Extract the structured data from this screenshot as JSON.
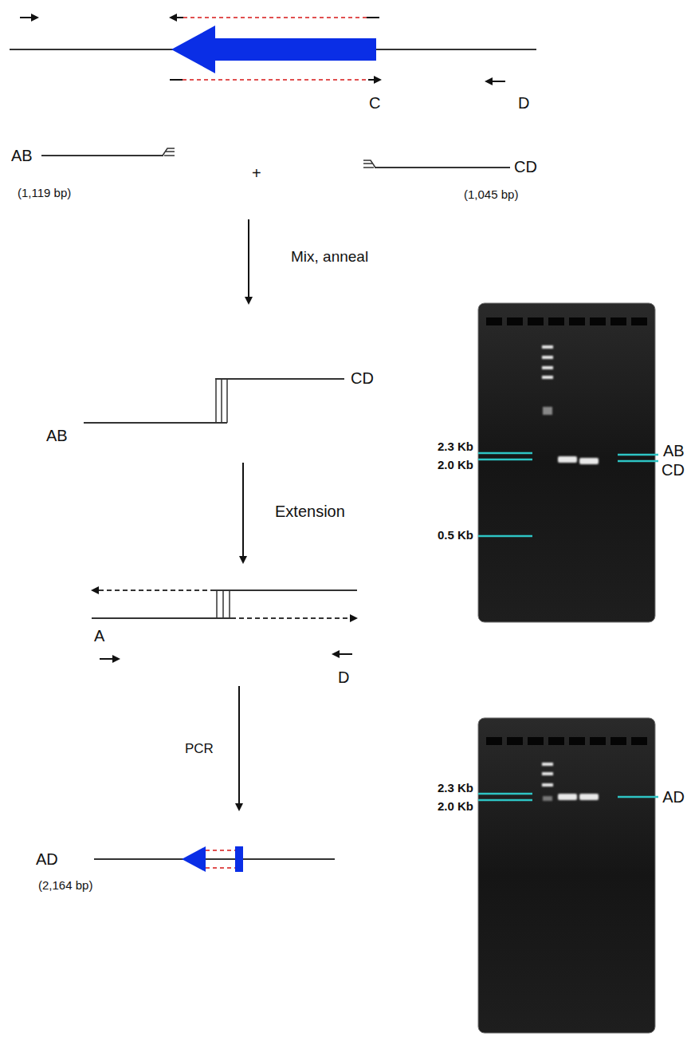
{
  "diagram": {
    "labels": [
      "C",
      "D",
      "AB",
      "(1,119 bp)",
      "+",
      "CD",
      "(1,045 bp)",
      "Mix, anneal",
      "CD",
      "AB",
      "2.3 Kb",
      "2.0 Kb",
      "0.5 Kb",
      "AB",
      "CD",
      "Extension",
      "A",
      "D",
      "PCR",
      "2.3 Kb",
      "2.0 Kb",
      "AD",
      "AD",
      "(2,164 bp)"
    ]
  }
}
